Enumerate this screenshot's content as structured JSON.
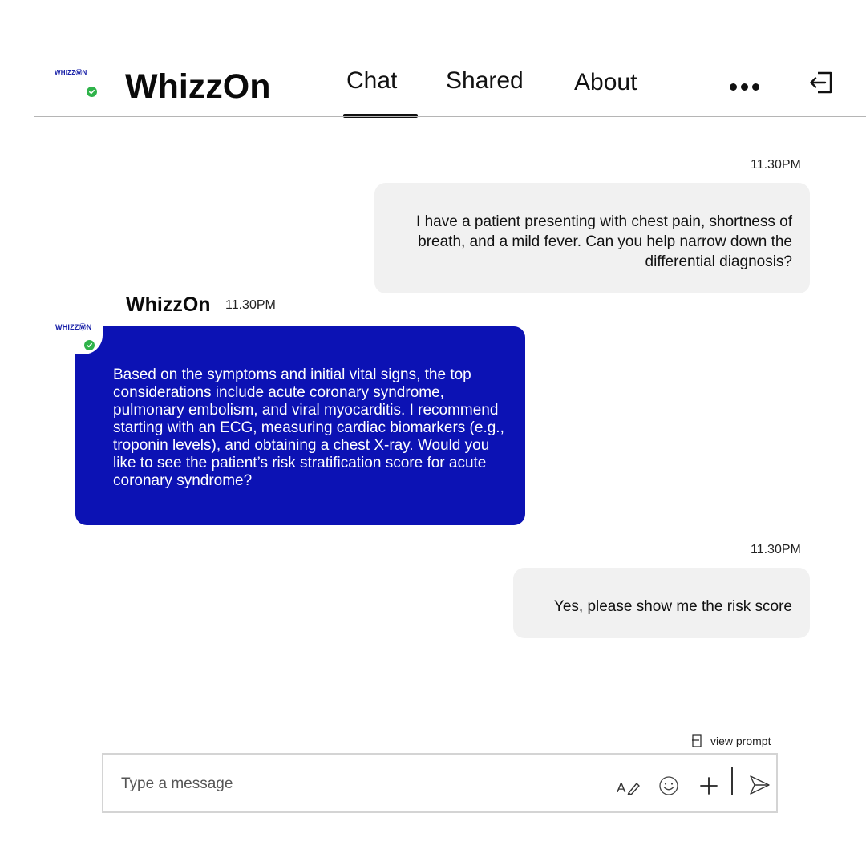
{
  "header": {
    "logo_text": "WHIZZⓌN",
    "app_title": "WhizzOn",
    "tabs": [
      {
        "label": "Chat",
        "active": true
      },
      {
        "label": "Shared",
        "active": false
      },
      {
        "label": "About",
        "active": false
      }
    ],
    "more_icon": "more-horizontal-icon",
    "exit_icon": "exit-icon"
  },
  "messages": [
    {
      "sender": "user",
      "time": "11.30PM",
      "text": "I have a patient presenting with chest pain, shortness of breath, and a mild fever. Can you help narrow down the differential diagnosis?"
    },
    {
      "sender": "bot",
      "name": "WhizzOn",
      "time": "11.30PM",
      "logo_text": "WHIZZⓌN",
      "text": "Based on the symptoms and initial vital signs, the top considerations include acute coronary syndrome, pulmonary embolism, and viral myocarditis. I recommend starting with an ECG, measuring cardiac biomarkers (e.g., troponin levels), and obtaining a chest X-ray. Would you like to see the patient’s risk stratification score for acute coronary syndrome?"
    },
    {
      "sender": "user",
      "time": "11.30PM",
      "text": "Yes, please show me the risk score"
    }
  ],
  "composer": {
    "view_prompt_label": "view prompt",
    "placeholder": "Type a message",
    "value": ""
  },
  "colors": {
    "brand": "#0c12b4",
    "status_online": "#2fb34a",
    "user_bubble": "#f1f1f1"
  }
}
